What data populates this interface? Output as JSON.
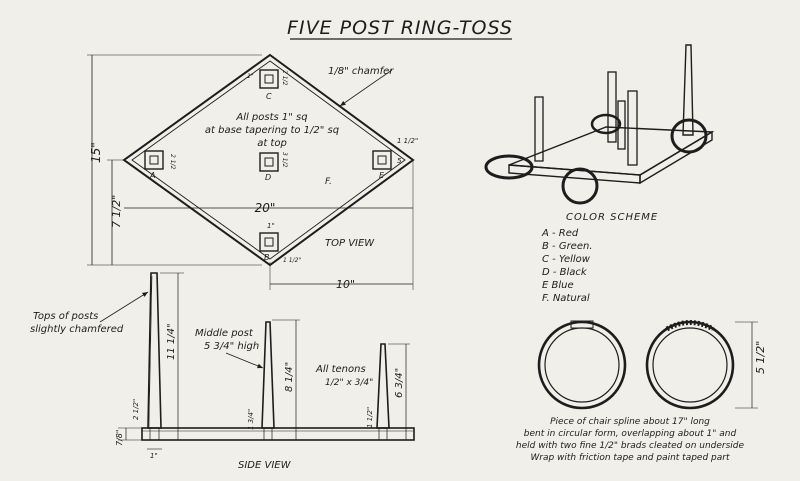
{
  "title": "FIVE POST RING-TOSS",
  "top_view": {
    "label": "TOP VIEW",
    "chamfer_note": "1/8\" chamfer",
    "posts_note": [
      "All posts 1\" sq",
      "at base tapering to 1/2\" sq",
      "at top"
    ],
    "letters": {
      "a": "A",
      "b": "B",
      "c": "C",
      "d": "D",
      "e": "E",
      "f": "F."
    },
    "dim_height": "15\"",
    "dim_half_height": "7 1/2\"",
    "dim_width": "20\"",
    "dim_half_width": "10\"",
    "post_notes": [
      "1\"",
      "1 1/2\"",
      "2 1/2",
      "3 1/2",
      "2 1/2",
      "1 1/2\"",
      "1\"",
      "5"
    ]
  },
  "side_view": {
    "label": "SIDE VIEW",
    "tops_note": [
      "Tops of posts",
      "slightly chamfered"
    ],
    "middle_note": [
      "Middle post",
      "5 3/4\" high"
    ],
    "tenons_note": [
      "All tenons",
      "1/2\" x 3/4\""
    ],
    "dim_tall": "11 1/4\"",
    "dim_middle": "8 1/4\"",
    "dim_right": "6 3/4\"",
    "dim_base": "7/8\"",
    "dim_tenon_left": "2 1/2\"",
    "dim_tenon_mid": "1 3/4\"",
    "dim_tenon_right": "1 1/2\"",
    "dim_foot": "1\""
  },
  "color_scheme": {
    "title": "COLOR SCHEME",
    "items": [
      "A - Red",
      "B - Green.",
      "C - Yellow",
      "D - Black",
      "E Blue",
      "F. Natural"
    ]
  },
  "ring": {
    "dim": "5 1/2\"",
    "note": [
      "Piece of chair spline about 17\" long",
      "bent in circular form, overlapping about 1\" and",
      "held with two fine 1/2\" brads cleated on underside",
      "Wrap with friction tape and paint taped part"
    ]
  },
  "colors": {
    "ink": "#1d1d1d",
    "paper": "#f1efe9"
  }
}
